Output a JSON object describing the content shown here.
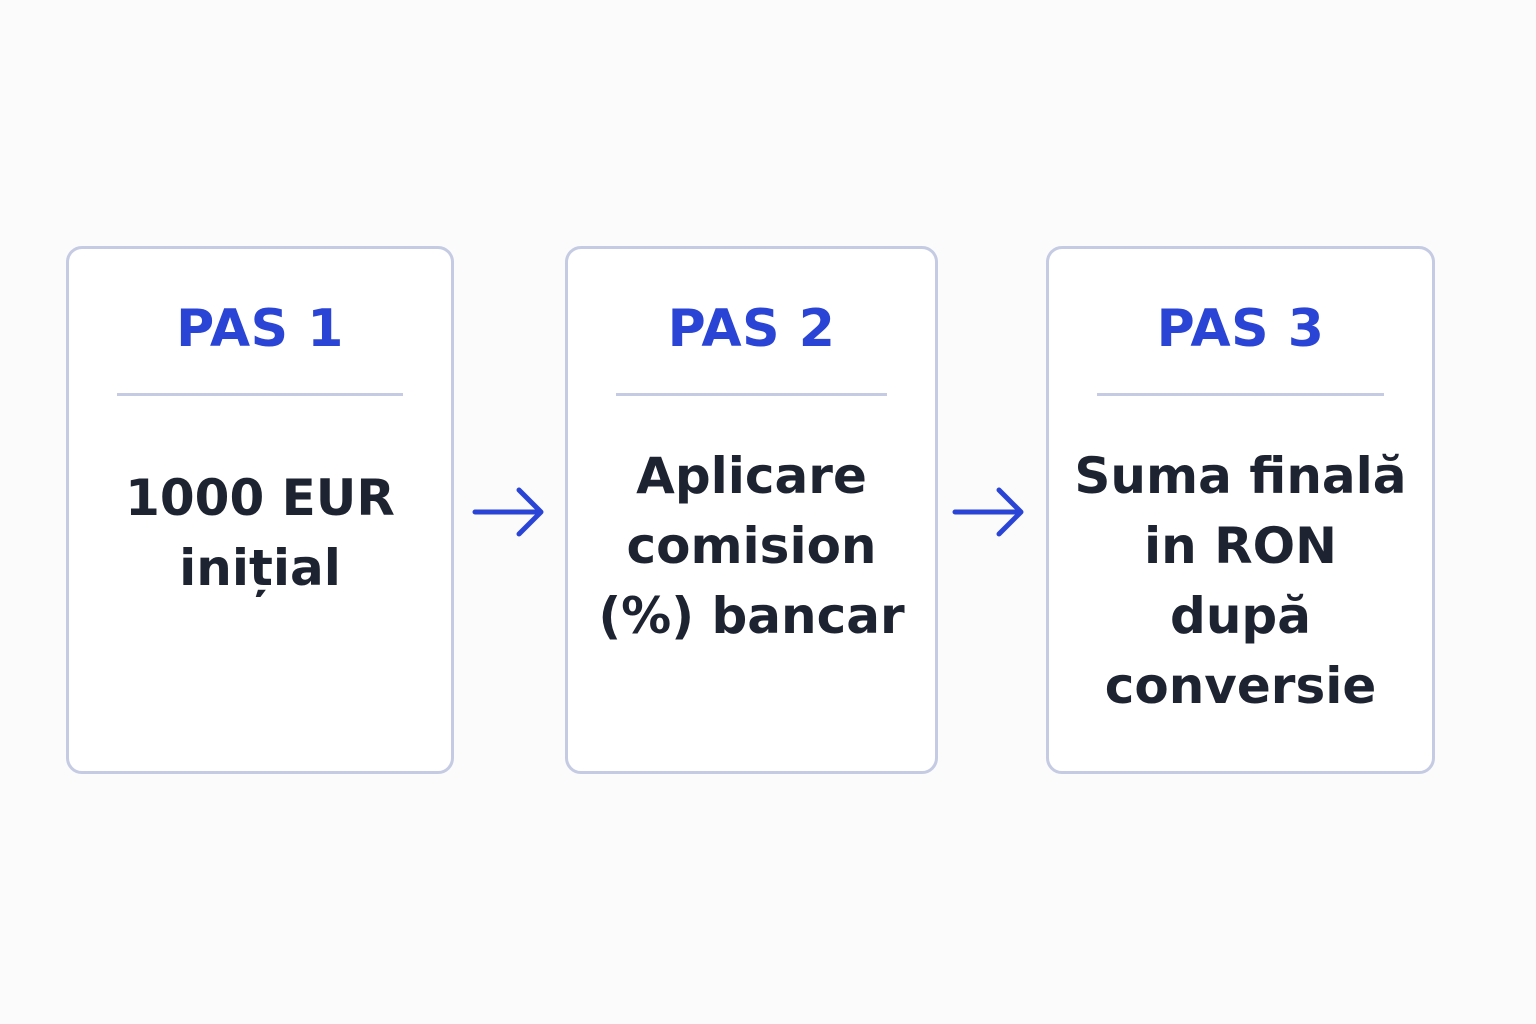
{
  "steps": [
    {
      "title": "PAS 1",
      "body": "1000 EUR\ninițial"
    },
    {
      "title": "PAS 2",
      "body": "Aplicare\ncomision\n(%) bancar"
    },
    {
      "title": "PAS 3",
      "body": "Suma finală\nin RON\ndupă\nconversie"
    }
  ],
  "colors": {
    "accent": "#2a44d6",
    "text": "#1d2330",
    "border": "#c5cbe2",
    "background": "#fbfbfc"
  },
  "icons": [
    "arrow-right-icon",
    "arrow-right-icon"
  ]
}
